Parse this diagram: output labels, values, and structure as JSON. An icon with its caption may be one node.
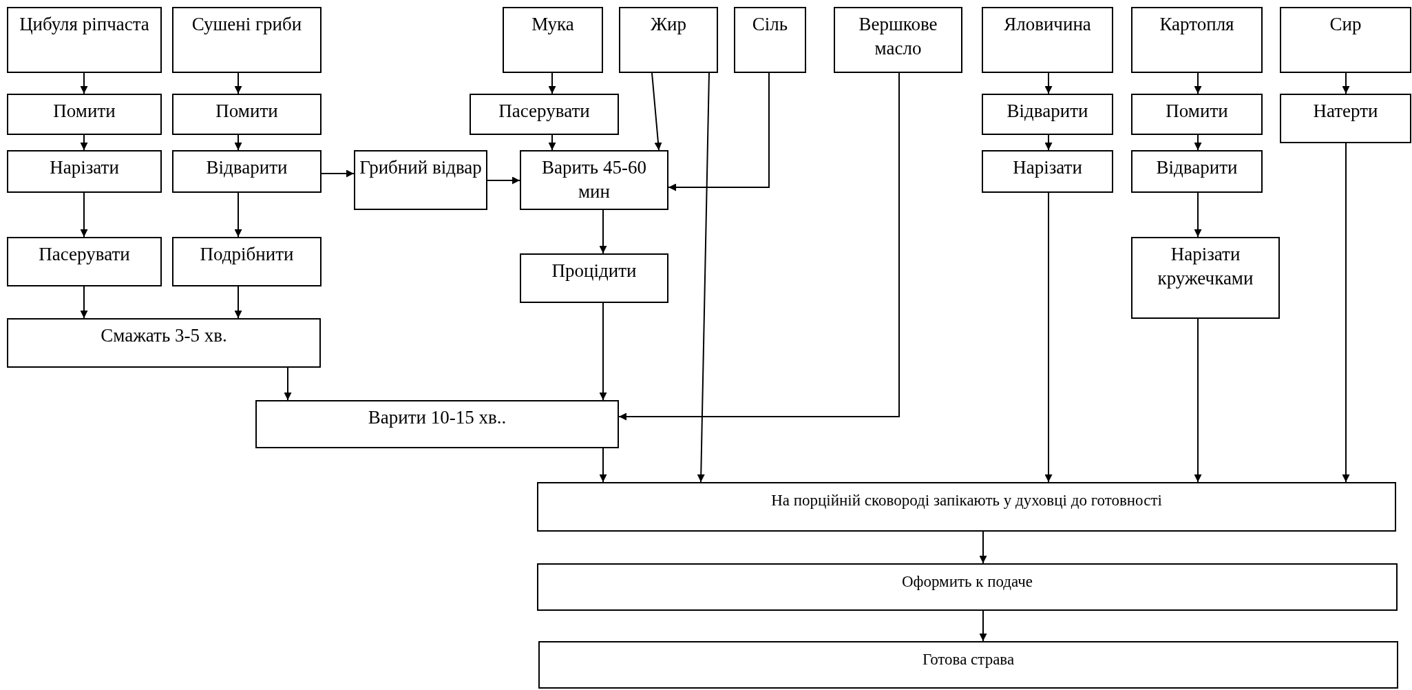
{
  "diagram": {
    "nodes": [
      {
        "text": [
          "Цибуля ріпчаста"
        ]
      },
      {
        "text": [
          "Сушені гриби"
        ]
      },
      {
        "text": [
          "Мука"
        ]
      },
      {
        "text": [
          "Жир"
        ]
      },
      {
        "text": [
          "Сіль"
        ]
      },
      {
        "text": [
          "Вершкове масло"
        ]
      },
      {
        "text": [
          "Яловичина"
        ]
      },
      {
        "text": [
          "Картопля"
        ]
      },
      {
        "text": [
          "Сир"
        ]
      },
      {
        "text": [
          "Помити"
        ]
      },
      {
        "text": [
          "Нарізати"
        ]
      },
      {
        "text": [
          "Помити"
        ]
      },
      {
        "text": [
          "Відварити"
        ]
      },
      {
        "text": [
          "Пасерувати"
        ]
      },
      {
        "text": [
          "Грибний відвар"
        ]
      },
      {
        "text": [
          "Варить 45-60 мин"
        ]
      },
      {
        "text": [
          "Відварити"
        ]
      },
      {
        "text": [
          "Нарізати"
        ]
      },
      {
        "text": [
          "Помити"
        ]
      },
      {
        "text": [
          "Відварити"
        ]
      },
      {
        "text": [
          "Натерти"
        ]
      },
      {
        "text": [
          "Пасерувати"
        ]
      },
      {
        "text": [
          "Подрібнити"
        ]
      },
      {
        "text": [
          "Процідити"
        ]
      },
      {
        "text": [
          "Нарізати кружечками"
        ]
      },
      {
        "text": [
          "Смажать 3-5 хв."
        ]
      },
      {
        "text": [
          "Варити 10-15 хв.."
        ]
      },
      {
        "text": [
          "На порційній сковороді запікають у духовці до готовності"
        ]
      },
      {
        "text": [
          "Оформить к подаче"
        ]
      },
      {
        "text": [
          "Готова страва"
        ]
      }
    ],
    "edges": [
      {
        "from": 0,
        "to": 9,
        "arrow": "to"
      },
      {
        "from": 9,
        "to": 10,
        "arrow": "to"
      },
      {
        "from": 10,
        "to": 21,
        "arrow": "to"
      },
      {
        "from": 21,
        "to": 25,
        "arrow": "to"
      },
      {
        "from": 1,
        "to": 11,
        "arrow": "to"
      },
      {
        "from": 11,
        "to": 12,
        "arrow": "to"
      },
      {
        "from": 12,
        "to": 22,
        "arrow": "to"
      },
      {
        "from": 22,
        "to": 25,
        "arrow": "to"
      },
      {
        "from": 12,
        "to": 14,
        "arrow": "to"
      },
      {
        "from": 14,
        "to": 15,
        "arrow": "to"
      },
      {
        "from": 2,
        "to": 13,
        "arrow": "to"
      },
      {
        "from": 13,
        "to": 15,
        "arrow": "to"
      },
      {
        "from": 3,
        "to": 15,
        "arrow": "to"
      },
      {
        "from": 4,
        "to": 15,
        "arrow": "to"
      },
      {
        "from": 15,
        "to": 23,
        "arrow": "to"
      },
      {
        "from": 23,
        "to": 26,
        "arrow": "to"
      },
      {
        "from": 25,
        "to": 26,
        "arrow": "to"
      },
      {
        "from": 5,
        "to": 26,
        "arrow": "to"
      },
      {
        "from": 3,
        "to": 27,
        "arrow": "to"
      },
      {
        "from": 6,
        "to": 16,
        "arrow": "to"
      },
      {
        "from": 16,
        "to": 17,
        "arrow": "to"
      },
      {
        "from": 17,
        "to": 27,
        "arrow": "to"
      },
      {
        "from": 7,
        "to": 18,
        "arrow": "to"
      },
      {
        "from": 18,
        "to": 19,
        "arrow": "to"
      },
      {
        "from": 19,
        "to": 24,
        "arrow": "to"
      },
      {
        "from": 24,
        "to": 27,
        "arrow": "to"
      },
      {
        "from": 8,
        "to": 20,
        "arrow": "to"
      },
      {
        "from": 20,
        "to": 27,
        "arrow": "to"
      },
      {
        "from": 26,
        "to": 27,
        "arrow": "to"
      },
      {
        "from": 27,
        "to": 28,
        "arrow": "to"
      },
      {
        "from": 28,
        "to": 29,
        "arrow": "to"
      }
    ]
  }
}
